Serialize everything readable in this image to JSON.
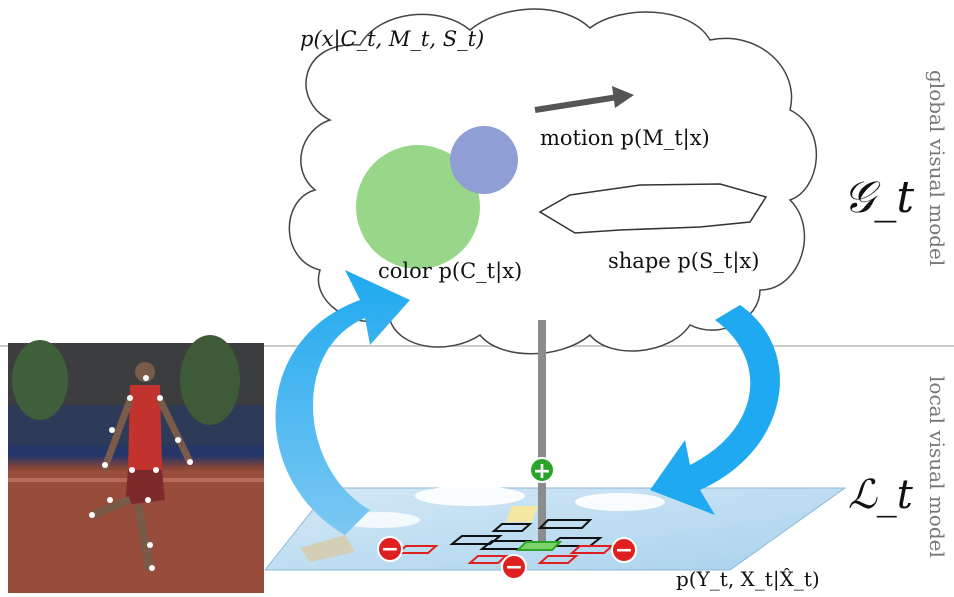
{
  "labels": {
    "cloud_prob": "p(x|C_t, M_t, S_t)",
    "motion": "motion p(M_t|x)",
    "shape": "shape p(S_t|x)",
    "color": "color p(C_t|x)",
    "global_symbol": "𝒢_t",
    "local_symbol": "ℒ_t",
    "local_prob": "p(Y_t, X_t|X̂_t)",
    "global_side": "global visual model",
    "local_side": "local visual model"
  },
  "colors": {
    "arrow_blue": "#1ea9f0",
    "color_circle": "#98d68a",
    "blue_circle": "#8f9fd6",
    "plus_green": "#2aa52a",
    "minus_red": "#e02020",
    "plane": "#b8d9ef",
    "cloud_outline": "#444444",
    "divider": "#cccccc"
  },
  "icons": {
    "plus": "+",
    "minus": "−"
  }
}
